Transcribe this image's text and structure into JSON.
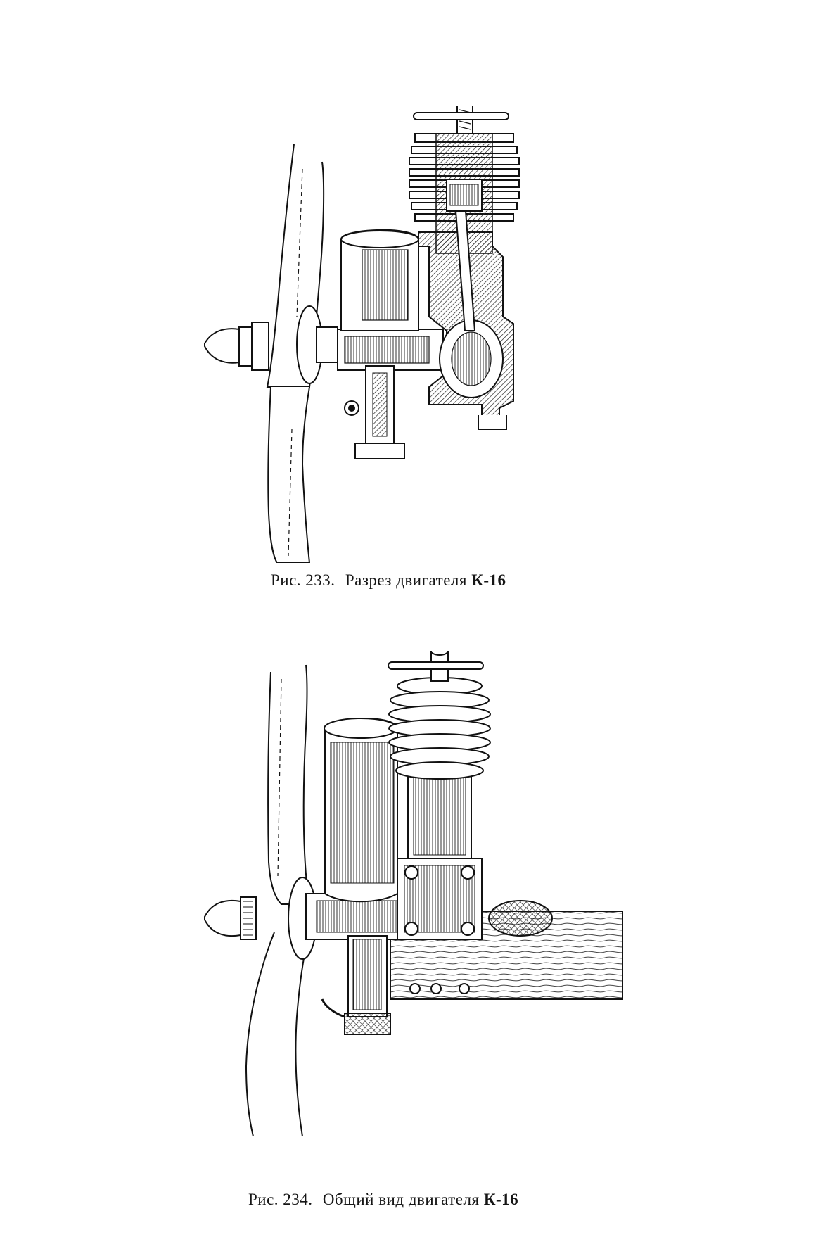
{
  "figures": [
    {
      "id": "233",
      "caption": {
        "label": "Рис. 233.",
        "text": "Разрез двигателя",
        "model": "К-16"
      }
    },
    {
      "id": "234",
      "caption": {
        "label": "Рис. 234.",
        "text": "Общий вид двигателя",
        "model": "К-16"
      }
    }
  ]
}
